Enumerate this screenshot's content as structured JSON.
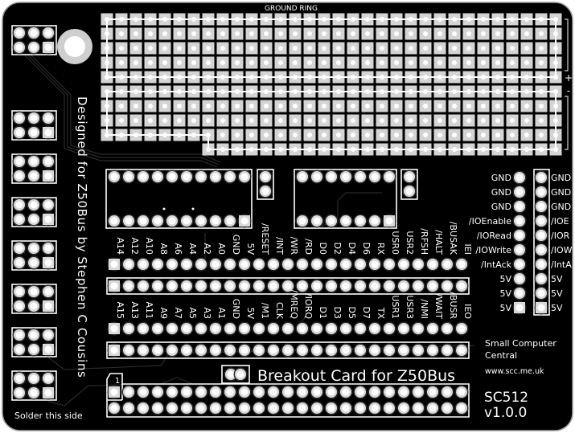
{
  "board": {
    "title": "Breakout Card for Z50Bus",
    "ground_ring": "GROUND RING",
    "plus": "+",
    "minus": "-",
    "designer": "Designed for Z50Bus by Stephen C Cousins",
    "solder_note": "Solder this side",
    "pin1": "1",
    "company_line1": "Small Computer",
    "company_line2": "Central",
    "website": "www.scc.me.uk",
    "model": "SC512",
    "version": "v1.0.0"
  },
  "bus_top_labels": [
    "A14",
    "A12",
    "A10",
    "A8",
    "A6",
    "A4",
    "A2",
    "A0",
    "GND",
    "5V",
    "/RESET",
    "/INT",
    "/WR",
    "/RD",
    "D0",
    "D2",
    "D4",
    "D6",
    "RX",
    "USR0",
    "USR2",
    "/RFSH",
    "/HALT",
    "/BUSAK",
    "IEI"
  ],
  "bus_bottom_labels": [
    "A15",
    "A13",
    "A11",
    "A9",
    "A7",
    "A5",
    "A3",
    "A1",
    "GND",
    "5V",
    "/M1",
    "CLK",
    "/MREQ",
    "/IORQ",
    "D1",
    "D3",
    "D5",
    "D7",
    "TX",
    "USR1",
    "USR3",
    "/NMI",
    "/WAIT",
    "/BUSR",
    "IEO"
  ],
  "io_left_labels": [
    "GND",
    "GND",
    "GND",
    "/IOEnable",
    "/IORead",
    "/IOWrite",
    "/IntAck",
    "5V",
    "5V",
    "5V"
  ],
  "io_right_labels": [
    "GND",
    "GND",
    "GND",
    "/IOE",
    "/IOR",
    "/IOW",
    "/IntA",
    "5V",
    "5V",
    "5V"
  ],
  "colors": {
    "board": "#000000",
    "silk": "#ffffff",
    "pad": "#d9d9d9",
    "outline": "#8a8a8a"
  }
}
